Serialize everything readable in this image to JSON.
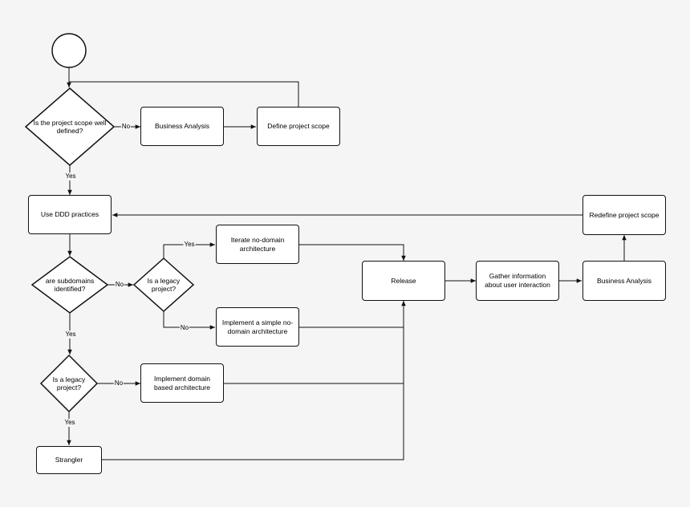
{
  "nodes": {
    "scope_defined": "Is the project scope well defined?",
    "business_analysis_1": "Business Analysis",
    "define_scope": "Define project scope",
    "use_ddd": "Use DDD practices",
    "subdomains_identified": "are subdomains identified?",
    "legacy_1": "Is a legacy project?",
    "iterate_nodomain": "Iterate no-domain architecture",
    "implement_simple": "Implement a simple no-domain architecture",
    "legacy_2": "Is a legacy project?",
    "implement_domain": "Implement domain based architecture",
    "strangler": "Strangler",
    "release": "Release",
    "gather_info": "Gather information about user interaction",
    "business_analysis_2": "Business Analysis",
    "redefine_scope": "Redefine project scope"
  },
  "edge_labels": {
    "scope_no": "No",
    "scope_yes": "Yes",
    "subdomains_no": "No",
    "subdomains_yes": "Yes",
    "legacy1_yes": "Yes",
    "legacy1_no": "No",
    "legacy2_no": "No",
    "legacy2_yes": "Yes"
  }
}
